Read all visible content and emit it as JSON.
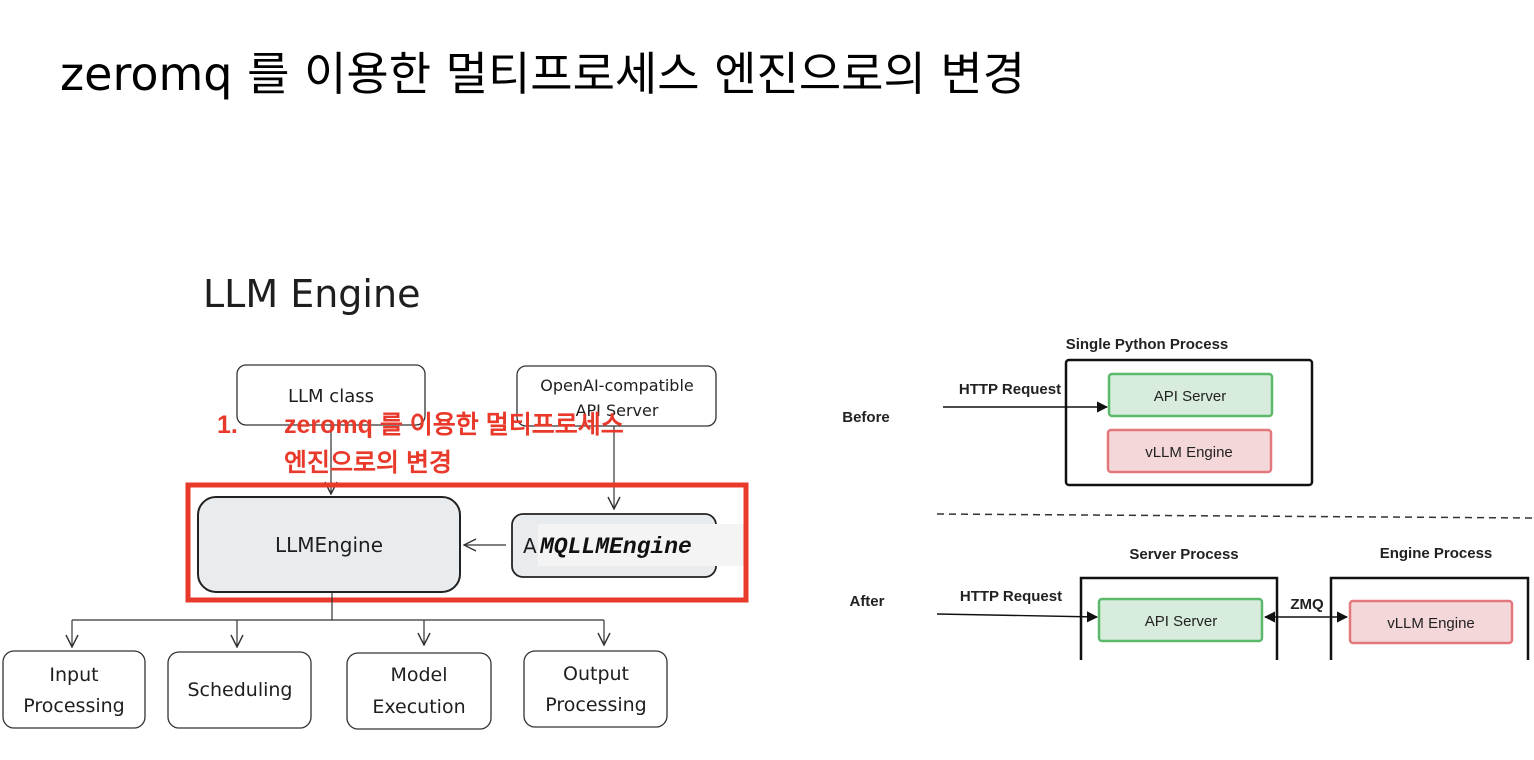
{
  "slide": {
    "title": "zeromq 를 이용한 멀티프로세스 엔진으로의 변경"
  },
  "left_diagram": {
    "heading": "LLM Engine",
    "llm_class": "LLM class",
    "openai_server_line1": "OpenAI-compatible",
    "openai_server_line2": "API Server",
    "llm_engine": "LLMEngine",
    "mq_engine_overlay": "MQLLMEngine",
    "mq_engine_under": "A",
    "annotation": {
      "number": "1.",
      "line1": "zeromq 를 이용한 멀티프로세스",
      "line2": "엔진으로의 변경",
      "color": "#e8392b"
    },
    "stages": [
      {
        "line1": "Input",
        "line2": "Processing"
      },
      {
        "line1": "Scheduling",
        "line2": ""
      },
      {
        "line1": "Model",
        "line2": "Execution"
      },
      {
        "line1": "Output",
        "line2": "Processing"
      }
    ]
  },
  "right_diagram": {
    "before": {
      "label": "Before",
      "process_title": "Single Python Process",
      "request_label": "HTTP Request",
      "api_server": "API Server",
      "engine": "vLLM Engine"
    },
    "after": {
      "label": "After",
      "server_process_title": "Server Process",
      "engine_process_title": "Engine Process",
      "request_label": "HTTP Request",
      "api_server": "API Server",
      "link_label": "ZMQ",
      "engine": "vLLM Engine"
    },
    "colors": {
      "api_fill": "#d7ecdc",
      "api_stroke": "#5cb96b",
      "engine_fill": "#f3d7d9",
      "engine_stroke": "#e3787c"
    }
  }
}
